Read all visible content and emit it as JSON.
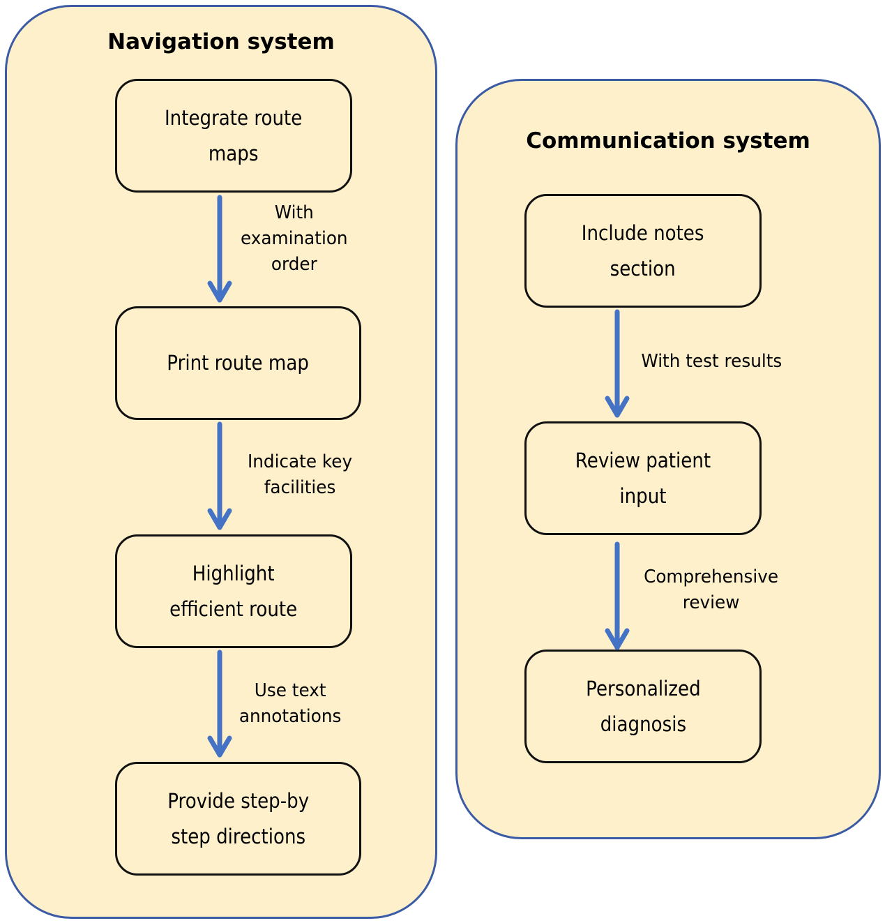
{
  "navigation": {
    "title": "Navigation system",
    "nodes": [
      "Integrate route\nmaps",
      "Print route map",
      "Highlight\nefficient route",
      "Provide step-by\nstep directions"
    ],
    "edges": [
      "With\nexamination\norder",
      "Indicate key\nfacilities",
      "Use text\nannotations"
    ]
  },
  "communication": {
    "title": "Communication system",
    "nodes": [
      "Include notes\nsection",
      "Review patient\ninput",
      "Personalized\ndiagnosis"
    ],
    "edges": [
      "With test results",
      "Comprehensive\nreview"
    ]
  },
  "colors": {
    "panel_fill": "#fff0cc",
    "panel_border": "#3b5ba5",
    "arrow": "#4472c4",
    "node_border": "#111111"
  }
}
